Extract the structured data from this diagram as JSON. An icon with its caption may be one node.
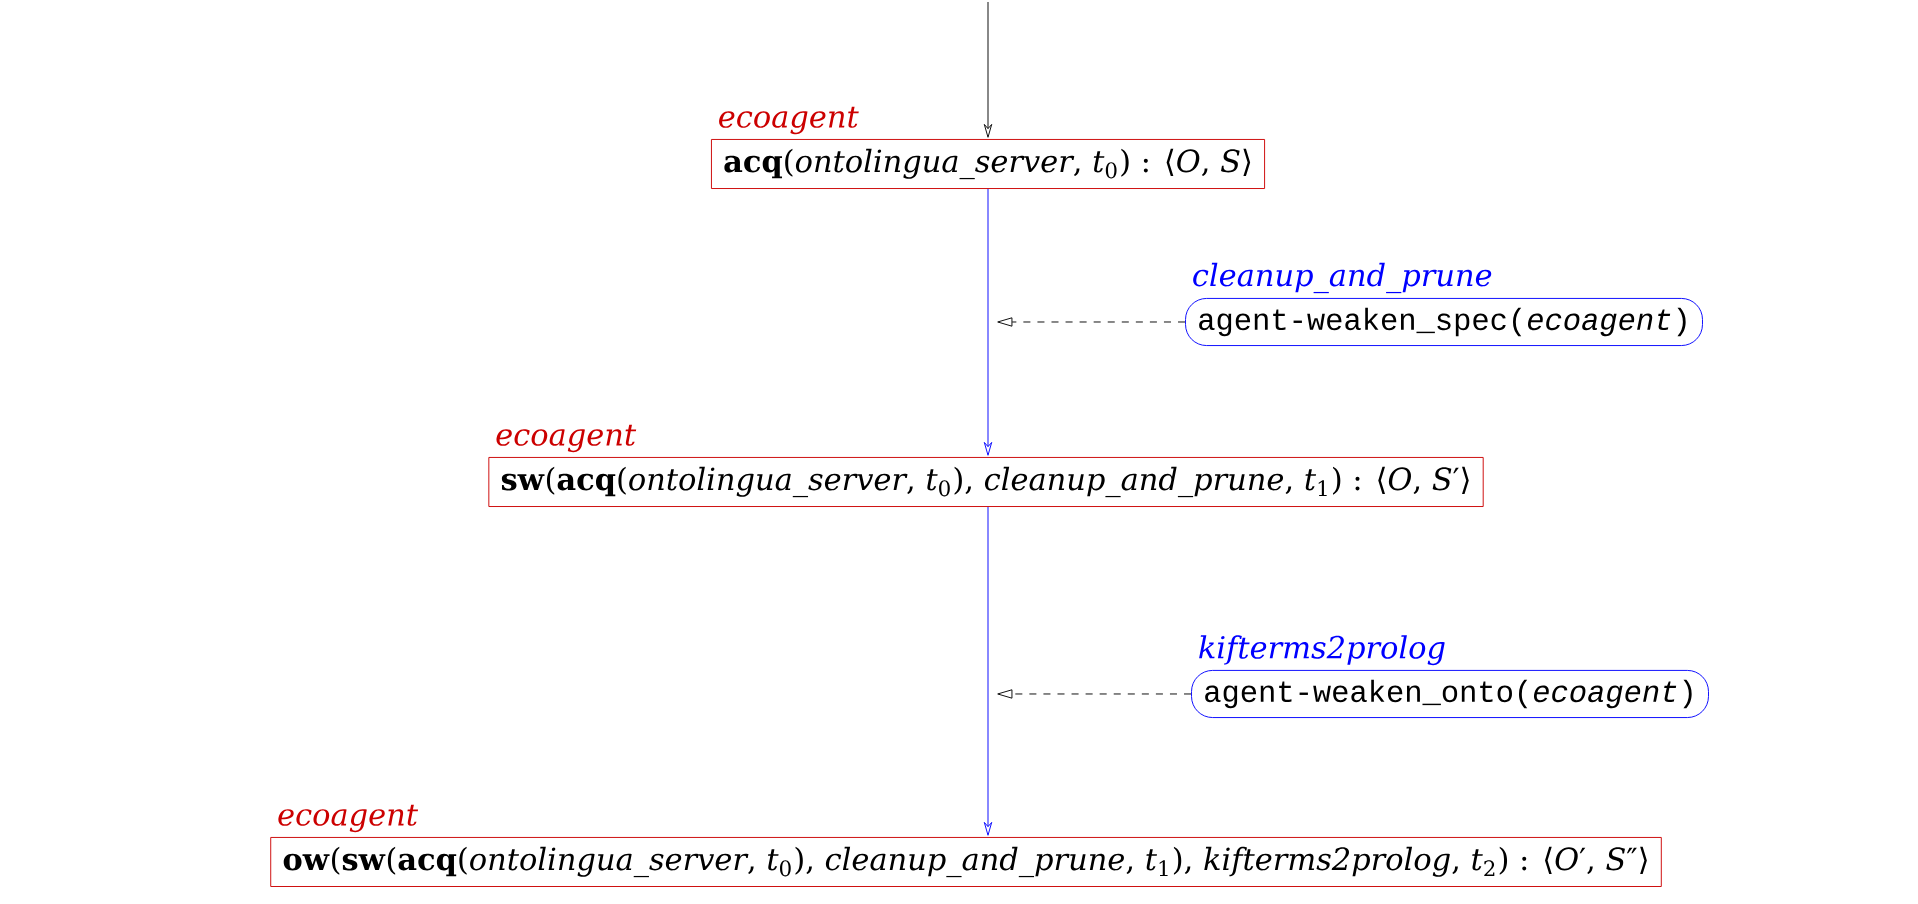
{
  "diagram": {
    "nodes": [
      {
        "text": [
          "ecoagent",
          "**acq**(*ontolingua_server*, *t*$_{0}$) : ⟨*O*, *S*⟩"
        ]
      },
      {
        "text": [
          "cleanup_and_prune",
          "agent-weaken_spec(*ecoagent*)"
        ]
      },
      {
        "text": [
          "ecoagent",
          "**sw**(**acq**(*ontolingua_server*, *t*$_{0}$), *cleanup_and_prune*, *t*$_{1}$) : ⟨*O*, *S*′⟩"
        ]
      },
      {
        "text": [
          "kifterms2prolog",
          "agent-weaken_onto(*ecoagent*)"
        ]
      },
      {
        "text": [
          "ecoagent",
          "**ow**(**sw**(**acq**(*ontolingua_server*, *t*$_{0}$), *cleanup_and_prune*, *t*$_{1}$), *kifterms2prolog*, *t*$_{2}$) : ⟨*O*′, *S*″⟩"
        ]
      }
    ],
    "edges": [
      {
        "from": null,
        "to": 0,
        "arrow": "to",
        "color": "#000000"
      },
      {
        "from": 0,
        "to": 2,
        "arrow": "to",
        "color": "#0000ff"
      },
      {
        "from": 1,
        "to": null,
        "arrow": "to",
        "style": "dashed",
        "color": "#000000"
      },
      {
        "from": 2,
        "to": 4,
        "arrow": "to",
        "color": "#0000ff"
      },
      {
        "from": 3,
        "to": null,
        "arrow": "to",
        "style": "dashed",
        "color": "#000000"
      }
    ]
  }
}
